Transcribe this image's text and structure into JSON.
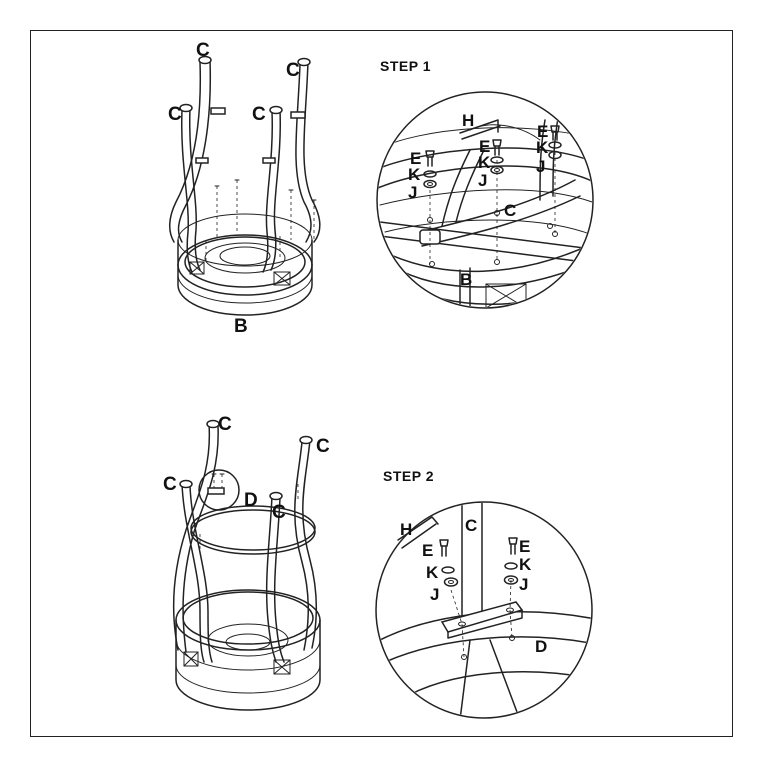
{
  "steps": {
    "step1": {
      "title": "STEP 1",
      "stool_labels": {
        "legs": "C",
        "seat": "B"
      },
      "detail_labels": {
        "hex_key": "H",
        "screw": "E",
        "lock_washer": "K",
        "flat_washer": "J",
        "leg": "C",
        "seat": "B"
      }
    },
    "step2": {
      "title": "STEP 2",
      "stool_labels": {
        "legs": "C",
        "ring": "D"
      },
      "detail_labels": {
        "hex_key": "H",
        "screw": "E",
        "lock_washer": "K",
        "flat_washer": "J",
        "leg": "C",
        "ring": "D"
      }
    }
  },
  "colors": {
    "line": "#222222",
    "background": "#ffffff"
  }
}
